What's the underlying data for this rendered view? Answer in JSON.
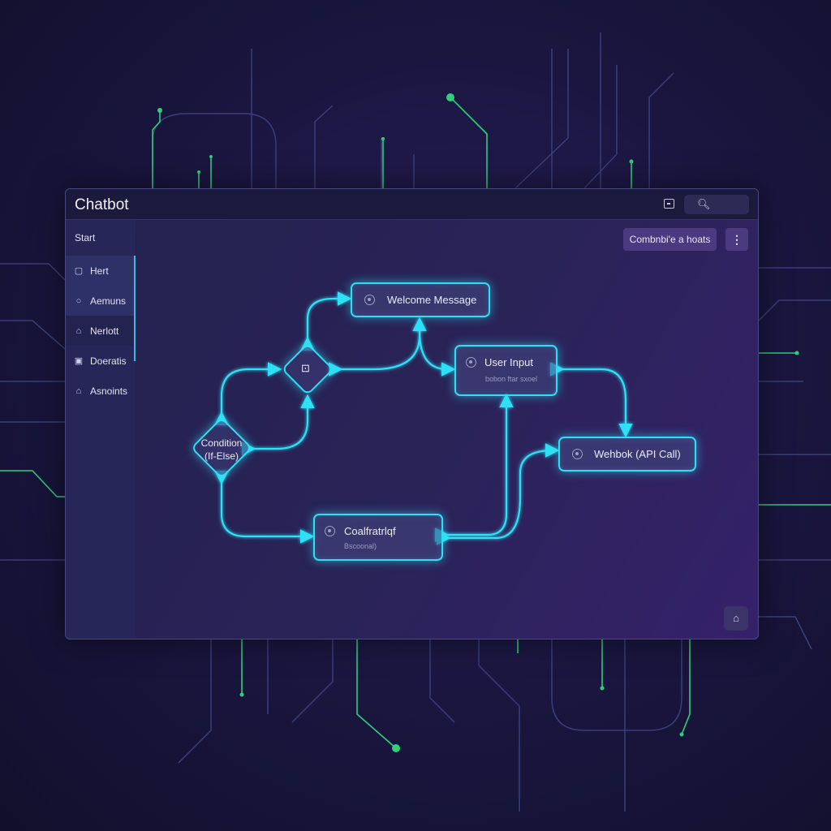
{
  "window": {
    "title": "Chatbot",
    "search_icon": "search-icon"
  },
  "sidebar": {
    "start": "Start",
    "items": [
      {
        "label": "Hert",
        "icon": "folder-icon"
      },
      {
        "label": "Aemuns",
        "icon": "pin-icon"
      },
      {
        "label": "Nerlott",
        "icon": "bot-icon"
      },
      {
        "label": "Doeratis",
        "icon": "image-icon"
      },
      {
        "label": "Asnoints",
        "icon": "home-icon"
      }
    ]
  },
  "toolbar": {
    "combine_label": "Combnbi'e a hoats",
    "more_label": "⋮"
  },
  "flow": {
    "nodes": {
      "welcome": {
        "label": "Welcome Message"
      },
      "user_input": {
        "label": "User Input",
        "sub": "bobon ftar sxoel"
      },
      "webhook": {
        "label": "Wehbok (API Call)"
      },
      "condition": {
        "label_line1": "Condition",
        "label_line2": "(If-Else)"
      },
      "bottom": {
        "label": "Coalfratrlqf",
        "sub": "Bscoonal)"
      }
    },
    "accent": "#2fe0f5"
  },
  "colors": {
    "background": "#1a1640",
    "window": "#25224f",
    "sidebar": "#262758",
    "node_border": "#2fe0f5",
    "circuit_green": "#2fd07a"
  }
}
